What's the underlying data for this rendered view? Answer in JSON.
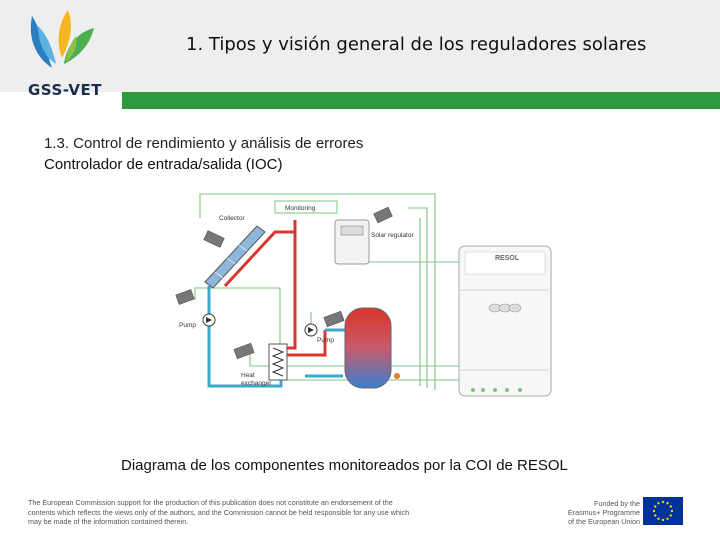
{
  "header": {
    "logo_text": "GSS-VET",
    "title": "1. Tipos y visión general de los reguladores solares"
  },
  "content": {
    "section_title": "1.3. Control de rendimiento y análisis de errores",
    "subsection_title": "Controlador de entrada/salida (IOC)",
    "caption": "Diagrama de los componentes monitoreados por la COI de RESOL"
  },
  "diagram": {
    "labels": {
      "monitoring": "Monitoring",
      "collector": "Collector",
      "solar_regulator": "Solar regulator",
      "pump_left": "Pump",
      "pump_right": "Pump",
      "heat_exchanger_line1": "Heat",
      "heat_exchanger_line2": "exchanger",
      "brand": "RESOL"
    }
  },
  "footer": {
    "disclaimer_line1": "The European Commission support for the production of this publication does not constitute an endorsement of the",
    "disclaimer_line2": "contents which reflects the views only of the authors, and the Commission cannot be held responsible for any use which",
    "disclaimer_line3": "may be made of the information contained therein.",
    "funded_line1": "Funded by the",
    "funded_line2": "Erasmus+ Programme",
    "funded_line3": "of the European Union"
  },
  "colors": {
    "green_bar": "#2e9a3e",
    "pipe_hot": "#d9352b",
    "pipe_cold": "#3ba7c9",
    "monitor_line": "#7cc47c",
    "eu_blue": "#003399",
    "eu_star": "#ffcc00"
  }
}
